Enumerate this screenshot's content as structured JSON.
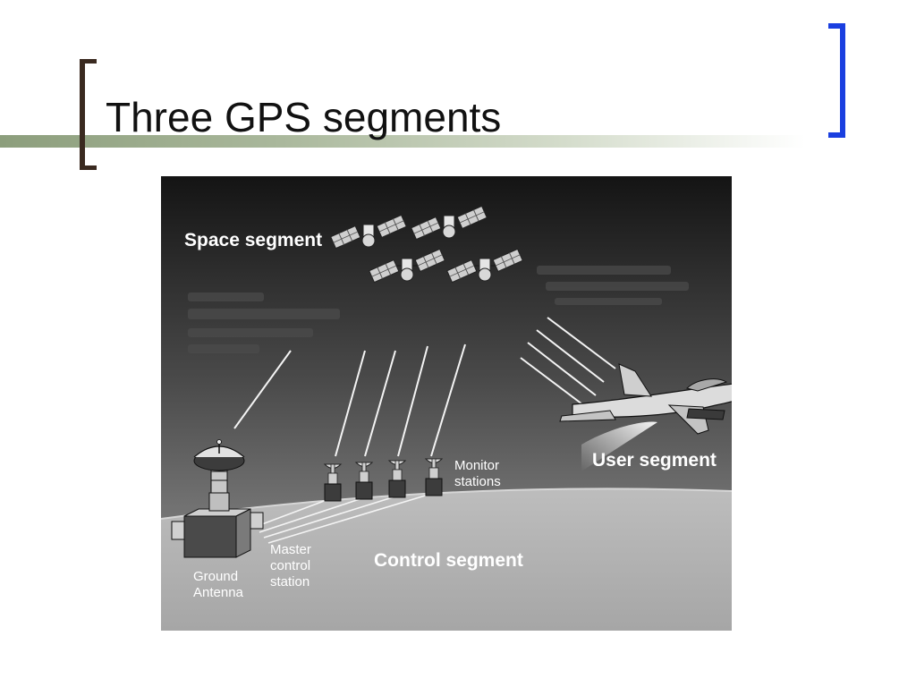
{
  "slide": {
    "title": "Three GPS segments",
    "accent_color": "#1a3fe0",
    "bracket_left_color": "#3a2a20",
    "rule_color": "#9aab8a"
  },
  "diagram": {
    "segments": {
      "space": "Space segment",
      "user": "User segment",
      "control": "Control segment"
    },
    "stations": {
      "monitor_line1": "Monitor",
      "monitor_line2": "stations",
      "master_line1": "Master",
      "master_line2": "control",
      "master_line3": "station",
      "ground_line1": "Ground",
      "ground_line2": "Antenna"
    },
    "icons": [
      "satellite-icon",
      "aircraft-icon",
      "dish-antenna-icon",
      "monitor-station-icon",
      "signal-beam"
    ]
  }
}
